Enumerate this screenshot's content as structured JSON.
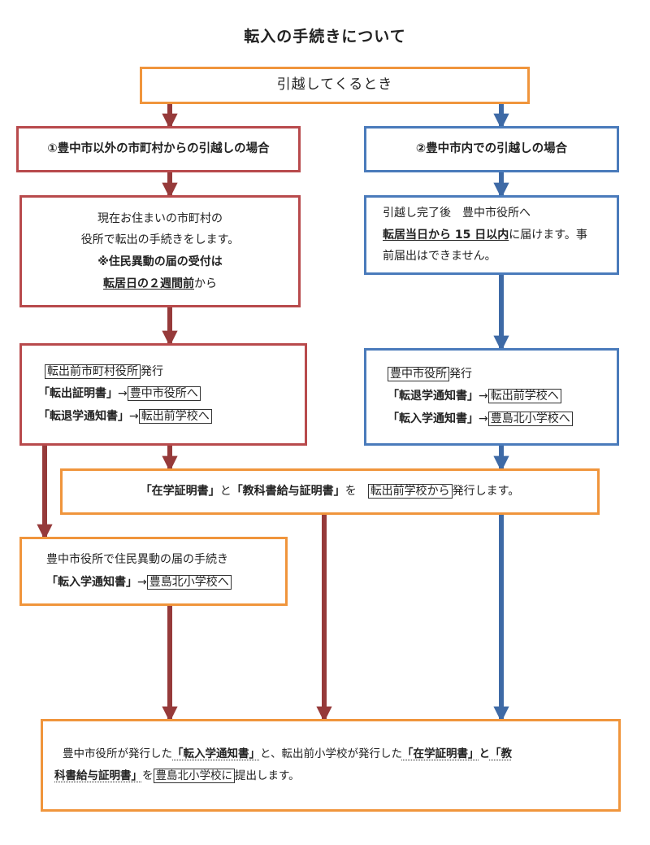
{
  "title": "転入の手続きについて",
  "colors": {
    "orange": "#f0953c",
    "red": "#b84a4c",
    "blue": "#4a7bbb",
    "red_arrow": "#963a3a",
    "blue_arrow": "#3e6aa6"
  },
  "top_box": {
    "text": "引越してくるとき"
  },
  "case1": {
    "header": "①豊中市以外の市町村からの引越しの場合",
    "info": {
      "line1": "現在お住まいの市町村の",
      "line2": "役所で転出の手続きをします。",
      "line3": "※住民異動の届の受付は",
      "line4_a": "転居日の２週間前",
      "line4_b": "から"
    },
    "docs": {
      "issuer": "転出前市町村役所",
      "issuer_suffix": "発行",
      "row1_doc": "「転出証明書」",
      "row1_arrow": "→",
      "row1_dest": "豊中市役所へ",
      "row2_doc": "「転退学通知書」",
      "row2_arrow": "→",
      "row2_dest": "転出前学校へ"
    }
  },
  "case2": {
    "header": "②豊中市内での引越しの場合",
    "info": {
      "line1": "引越し完了後　豊中市役所へ",
      "line2_a": "転居当日から 15 日以内",
      "line2_b": "に届けます。事",
      "line3": "前届出はできません。"
    },
    "docs": {
      "issuer": "豊中市役所",
      "issuer_suffix": "発行",
      "row1_doc": "「転退学通知書」",
      "row1_arrow": "→",
      "row1_dest": "転出前学校へ",
      "row2_doc": "「転入学通知書」",
      "row2_arrow": "→",
      "row2_dest": "豊島北小学校へ"
    }
  },
  "school_box": {
    "doc1": "「在学証明書」",
    "and": "と",
    "doc2": "「教科書給与証明書」",
    "particle": "を",
    "source": "転出前学校から",
    "suffix": "発行します。"
  },
  "city_box": {
    "line1": "豊中市役所で住民異動の届の手続き",
    "doc": "「転入学通知書」",
    "arrow": "→",
    "dest": "豊島北小学校へ"
  },
  "final_box": {
    "pre": "豊中市役所が発行した",
    "doc1": "「転入学通知書」",
    "mid": "と、転出前小学校が発行した",
    "doc2": "「在学証明書」",
    "and": "と",
    "doc3_a": "「教",
    "doc3_b": "科書給与証明書」",
    "particle": "を",
    "dest": "豊島北小学校に",
    "suffix": "提出します。"
  }
}
